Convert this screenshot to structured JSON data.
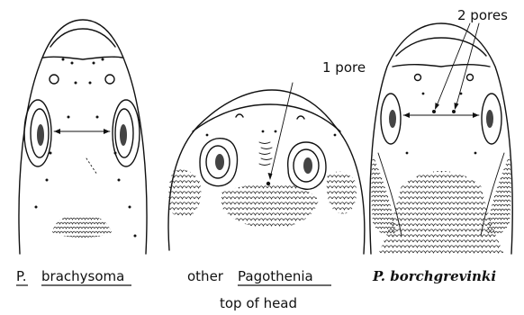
{
  "labels": {
    "left_genus": "P.",
    "left_species": "brachysoma",
    "center_prefix": "other",
    "center_genus": "Pagothenia",
    "right_species": "P. borchgrevinki",
    "caption": "top of head",
    "pore_single": "1 pore",
    "pore_double": "2 pores"
  }
}
